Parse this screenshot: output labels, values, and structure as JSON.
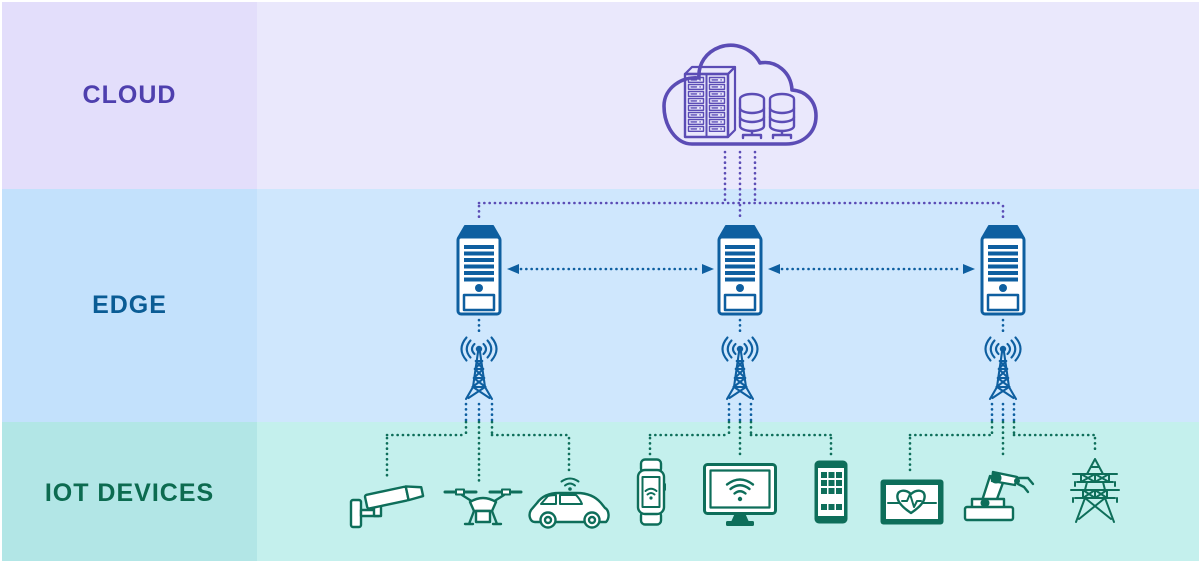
{
  "diagram": {
    "title_hint": "edge-computing-architecture",
    "tiers": [
      {
        "id": "cloud",
        "label": "CLOUD",
        "icons": [
          "cloud-datacenter-icon"
        ]
      },
      {
        "id": "edge",
        "label": "EDGE",
        "icons": [
          "edge-server-icon",
          "edge-server-icon",
          "edge-server-icon",
          "radio-tower-icon",
          "radio-tower-icon",
          "radio-tower-icon"
        ]
      },
      {
        "id": "iot",
        "label": "IOT DEVICES",
        "icons": [
          "security-camera-icon",
          "drone-icon",
          "connected-car-icon",
          "smartwatch-icon",
          "desktop-monitor-icon",
          "smartphone-icon",
          "health-monitor-icon",
          "robot-arm-icon",
          "power-pylon-icon"
        ]
      }
    ],
    "connections": [
      {
        "from": "cloud",
        "to": "edge-server-1",
        "style": "dotted"
      },
      {
        "from": "cloud",
        "to": "edge-server-2",
        "style": "dotted"
      },
      {
        "from": "cloud",
        "to": "edge-server-3",
        "style": "dotted"
      },
      {
        "from": "edge-server-1",
        "to": "edge-server-2",
        "style": "dotted-double-arrow"
      },
      {
        "from": "edge-server-2",
        "to": "edge-server-3",
        "style": "dotted-double-arrow"
      },
      {
        "from": "edge-server-1",
        "to": "radio-tower-1",
        "style": "dotted"
      },
      {
        "from": "edge-server-2",
        "to": "radio-tower-2",
        "style": "dotted"
      },
      {
        "from": "edge-server-3",
        "to": "radio-tower-3",
        "style": "dotted"
      },
      {
        "from": "radio-tower-1",
        "to": "security-camera, drone, connected-car",
        "style": "dotted"
      },
      {
        "from": "radio-tower-2",
        "to": "smartwatch, desktop-monitor, smartphone",
        "style": "dotted"
      },
      {
        "from": "radio-tower-3",
        "to": "health-monitor, robot-arm, power-pylon",
        "style": "dotted"
      }
    ]
  },
  "colors": {
    "purple": "#5b4cb5",
    "blue": "#0e5fa0",
    "teal": "#0e6e5a",
    "cloud-band": "#eae8fc",
    "cloud-band-label": "#e3defb",
    "edge-band": "#cfe7fd",
    "edge-band-label": "#c3e1fc",
    "iot-band": "#c4f0ed",
    "iot-band-label": "#b2e6e6",
    "cloud-label": "#4e3fae",
    "edge-label": "#0a5c95",
    "iot-label": "#0c6b50"
  }
}
